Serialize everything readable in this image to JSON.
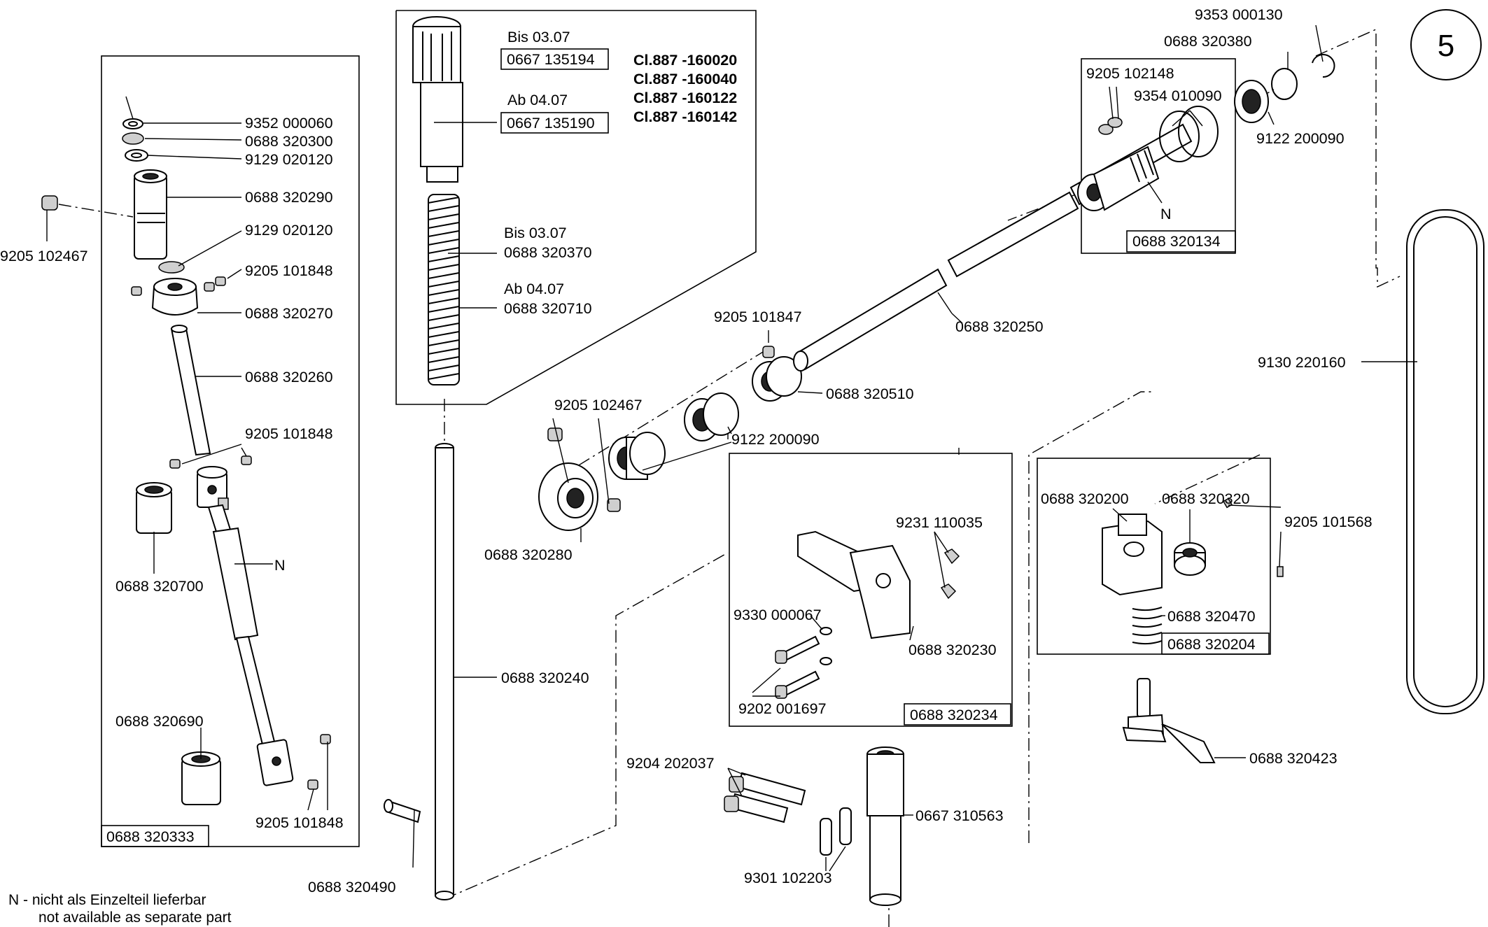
{
  "sheet_number": "5",
  "labels": {
    "a1": "9352 000060",
    "a2": "0688 320300",
    "a3": "9129 020120",
    "a4": "0688 320290",
    "a5": "9129 020120",
    "a6": "9205 101848",
    "a7": "0688 320270",
    "a8": "0688 320260",
    "a9": "9205 101848",
    "a10": "N",
    "a11": "0688 320700",
    "a12": "0688 320690",
    "a13": "9205 101848",
    "a14": "9205 102467",
    "b1": "Bis 03.07",
    "b2": "0667 135194",
    "b3": "Ab 04.07",
    "b4": "0667 135190",
    "b5": "Bis 03.07",
    "b6": "0688 320370",
    "b7": "Ab 04.07",
    "b8": "0688 320710",
    "c1": "Cl.887 -160020",
    "c2": "Cl.887 -160040",
    "c3": "Cl.887 -160122",
    "c4": "Cl.887 -160142",
    "d1": "0688 320240",
    "d2": "0688 320490",
    "e1": "9205 102467",
    "e2": "0688 320280",
    "e3": "9122 200090",
    "e4": "9205 101847",
    "e5": "0688 320510",
    "e6": "0688 320250",
    "f1": "9205 102148",
    "f2": "9354 010090",
    "f3": "N",
    "f4": "9353 000130",
    "f5": "0688 320380",
    "f6": "9122 200090",
    "g1": "9130 220160",
    "h1": "9231 110035",
    "h2": "9330 000067",
    "h3": "0688 320230",
    "h4": "9202 001697",
    "i1": "0688 320200",
    "i2": "0688 320320",
    "i3": "9205 101568",
    "i4": "0688 320470",
    "i5": "0688 320423",
    "j1": "9204 202037",
    "j2": "9301 102203",
    "j3": "0667 310563"
  },
  "boxed_labels": {
    "box_left": "0688 320333",
    "box_top_right": "0688 320134",
    "box_mid": "0688 320234",
    "box_right": "0688 320204"
  },
  "footnote": {
    "line1": "N - nicht als Einzelteil lieferbar",
    "line2": "not available as separate part"
  }
}
